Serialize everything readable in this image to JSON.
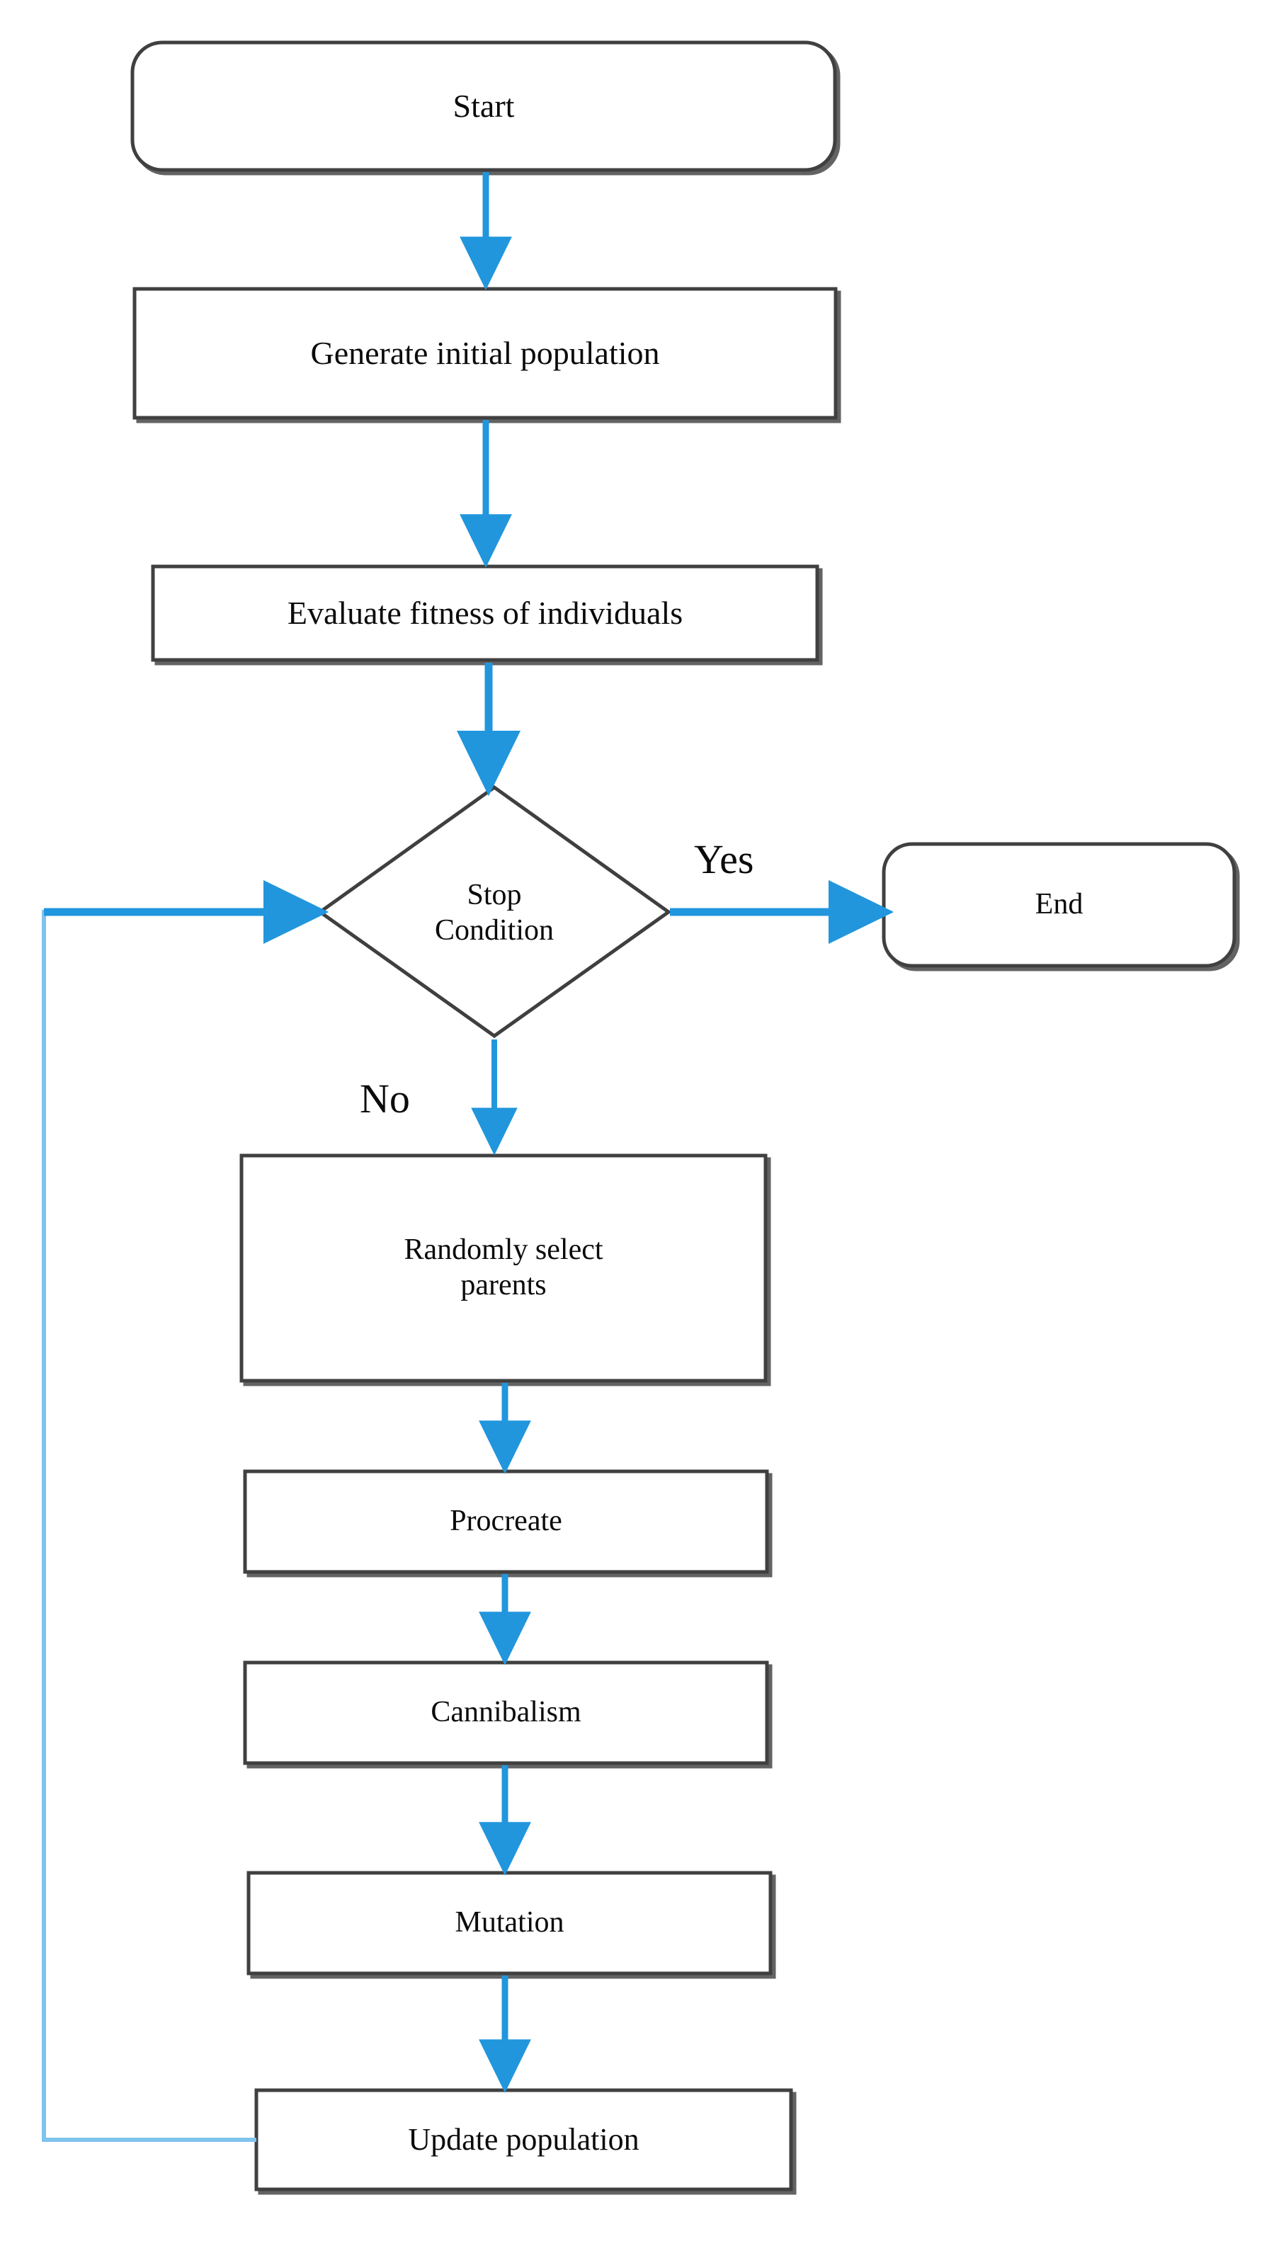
{
  "diagram": {
    "title": "Genetic algorithm flowchart",
    "type": "flowchart",
    "background_color": "#ffffff",
    "shape_stroke_color": "#3f3f3f",
    "shape_fill_color": "#ffffff",
    "arrow_color": "#2196dd",
    "loop_line_color": "#7fc4ee",
    "text_color": "#0b0b0b"
  },
  "nodes": {
    "start": {
      "label": "Start",
      "shape": "rounded-rectangle",
      "font_size": "46px"
    },
    "generate_population": {
      "label": "Generate initial population",
      "shape": "rectangle",
      "font_size": "46px"
    },
    "evaluate_fitness": {
      "label": "Evaluate fitness of individuals",
      "shape": "rectangle",
      "font_size": "46px"
    },
    "stop_condition": {
      "label": "Stop\nCondition",
      "shape": "diamond",
      "font_size": "42px"
    },
    "end": {
      "label": "End",
      "shape": "rounded-rectangle",
      "font_size": "42px"
    },
    "select_parents": {
      "label": "Randomly select\nparents",
      "shape": "rectangle",
      "font_size": "42px"
    },
    "procreate": {
      "label": "Procreate",
      "shape": "rectangle",
      "font_size": "42px"
    },
    "cannibalism": {
      "label": "Cannibalism",
      "shape": "rectangle",
      "font_size": "42px"
    },
    "mutation": {
      "label": "Mutation",
      "shape": "rectangle",
      "font_size": "42px"
    },
    "update_population": {
      "label": "Update population",
      "shape": "rectangle",
      "font_size": "44px"
    }
  },
  "edge_labels": {
    "yes": "Yes",
    "no": "No"
  },
  "edges": [
    {
      "from": "start",
      "to": "generate_population",
      "label": ""
    },
    {
      "from": "generate_population",
      "to": "evaluate_fitness",
      "label": ""
    },
    {
      "from": "evaluate_fitness",
      "to": "stop_condition",
      "label": ""
    },
    {
      "from": "stop_condition",
      "to": "end",
      "label": "Yes"
    },
    {
      "from": "stop_condition",
      "to": "select_parents",
      "label": "No"
    },
    {
      "from": "select_parents",
      "to": "procreate",
      "label": ""
    },
    {
      "from": "procreate",
      "to": "cannibalism",
      "label": ""
    },
    {
      "from": "cannibalism",
      "to": "mutation",
      "label": ""
    },
    {
      "from": "mutation",
      "to": "update_population",
      "label": ""
    },
    {
      "from": "update_population",
      "to": "stop_condition",
      "label": ""
    }
  ]
}
